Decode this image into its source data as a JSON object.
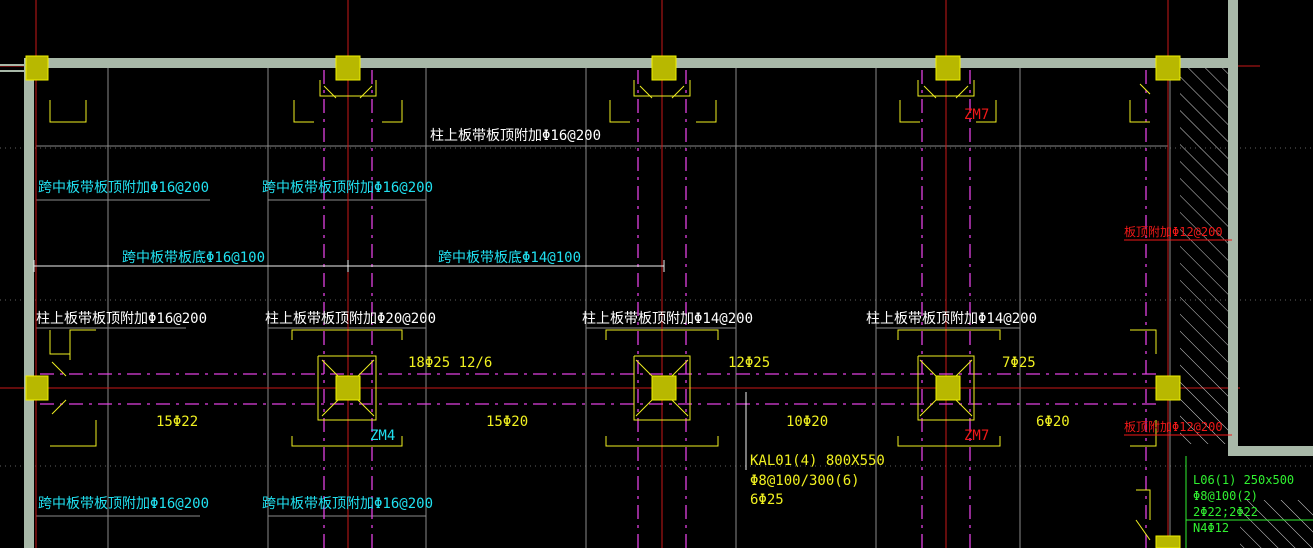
{
  "drawing": {
    "colors": {
      "background": "#000000",
      "wall": "#a8b8a8",
      "wall_inner": "#3a4a3a",
      "column": "#b8b800",
      "column_edge": "#f0f000",
      "grid_line": "#c81818",
      "magenta": "#e040e0",
      "gray_line": "#9a9a9a",
      "white_text": "#ffffff",
      "cyan_text": "#20e0f0",
      "yellow_text": "#f0f020",
      "red_text": "#f01818",
      "green_text": "#30f030"
    },
    "labels": {
      "col_strip_top": "柱上板带板顶附加Φ16@200",
      "mid_strip_tl": "跨中板带板顶附加Φ16@200",
      "mid_strip_tm": "跨中板带板顶附加Φ16@200",
      "mid_bottom_l": "跨中板带板底Φ16@100",
      "mid_bottom_r": "跨中板带板底Φ14@100",
      "col_strip_1": "柱上板带板顶附加Φ16@200",
      "col_strip_2": "柱上板带板顶附加Φ20@200",
      "col_strip_3": "柱上板带板顶附加Φ14@200",
      "col_strip_4": "柱上板带板顶附加Φ14@200",
      "rebar_18": "18Φ25 12/6",
      "rebar_12": "12Φ25",
      "rebar_7": "7Φ25",
      "rebar_15a": "15Φ22",
      "rebar_15b": "15Φ20",
      "rebar_10": "10Φ20",
      "rebar_6": "6Φ20",
      "zm4": "ZM4",
      "zm7_top": "ZM7",
      "zm7_mid": "ZM7",
      "kal_1": "KAL01(4) 800X550",
      "kal_2": "Φ8@100/300(6)",
      "kal_3": "6Φ25",
      "red_right_top": "板顶附加Φ12@200",
      "red_right_mid": "板顶附加Φ12@200",
      "l06_1": "L06(1) 250x500",
      "l06_2": "Φ8@100(2)",
      "l06_3": "2Φ22;2Φ22",
      "l06_4": "N4Φ12",
      "mid_strip_bl": "跨中板带板顶附加Φ16@200",
      "mid_strip_bm": "跨中板带板顶附加Φ16@200"
    }
  }
}
